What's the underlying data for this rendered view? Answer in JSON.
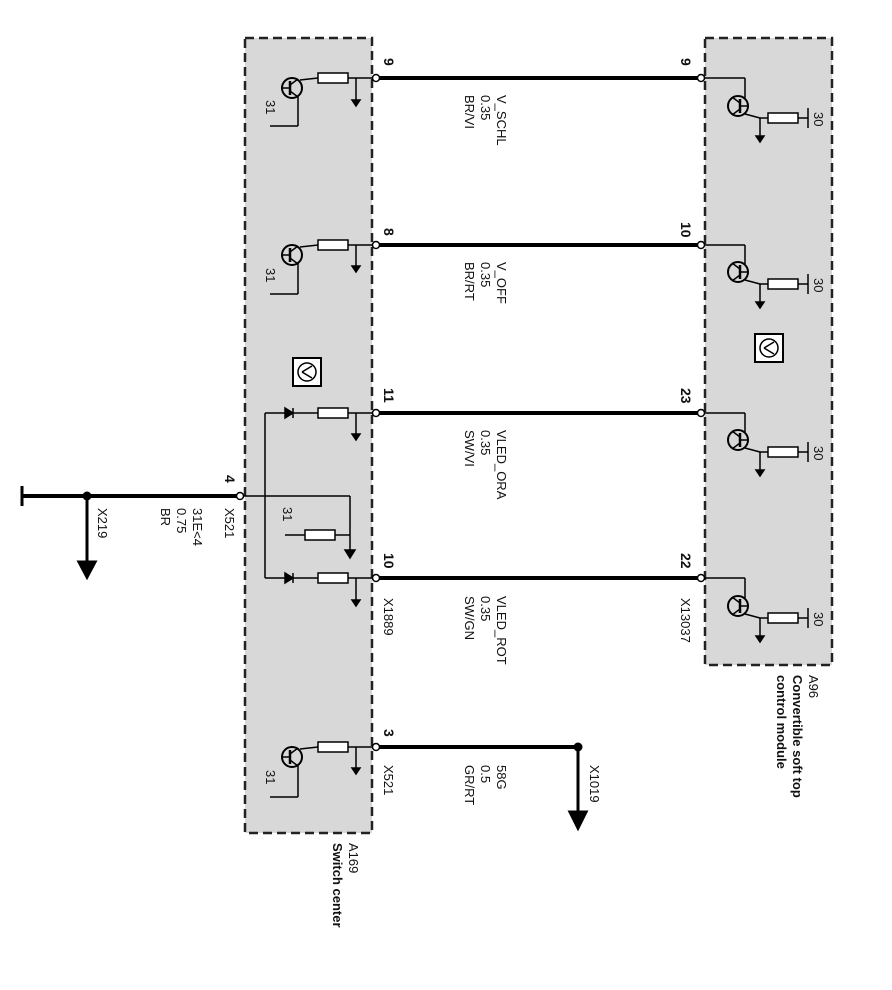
{
  "modules": {
    "switch_center": {
      "id": "A169",
      "name": "Switch center"
    },
    "soft_top": {
      "id": "A96",
      "name_line1": "Convertible soft top",
      "name_line2": "control module"
    }
  },
  "ground_label": "31",
  "supply_label": "30",
  "wires": [
    {
      "pin_left": "9",
      "pin_right": "9",
      "signal": "V_SCHL",
      "gauge": "0.35",
      "color": "BR/VI",
      "conn_left": "",
      "conn_right": ""
    },
    {
      "pin_left": "8",
      "pin_right": "10",
      "signal": "V_OFF",
      "gauge": "0.35",
      "color": "BR/RT",
      "conn_left": "",
      "conn_right": ""
    },
    {
      "pin_left": "11",
      "pin_right": "23",
      "signal": "VLED_ORA",
      "gauge": "0.35",
      "color": "SW/VI",
      "conn_left": "",
      "conn_right": ""
    },
    {
      "pin_left": "10",
      "pin_right": "22",
      "signal": "VLED_ROT",
      "gauge": "0.35",
      "color": "SW/GN",
      "conn_left": "X1889",
      "conn_right": "X13037"
    }
  ],
  "ground_wire": {
    "pin": "4",
    "connector": "X521",
    "signal": "31E<4",
    "gauge": "0.75",
    "color": "BR",
    "ground_connector": "X219"
  },
  "output_wire": {
    "pin": "3",
    "connector": "X521",
    "signal": "58G",
    "gauge": "0.5",
    "color": "GR/RT",
    "dest_connector": "X1019"
  }
}
